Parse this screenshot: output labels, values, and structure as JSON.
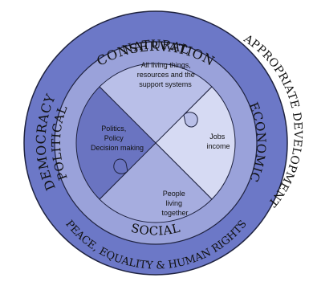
{
  "outer_ring": {
    "top": "CONSERVATION",
    "right": "APPROPRIATE DEVELOPMENT",
    "bottom": "PEACE, EQUALITY & HUMAN RIGHTS",
    "left": "DEMOCRACY"
  },
  "inner_ring": {
    "top": "NATURAL",
    "right": "ECONOMIC",
    "bottom": "SOCIAL",
    "left": "POLITICAL"
  },
  "pieces": {
    "top": [
      "All living things,",
      "resources and the",
      "support  systems"
    ],
    "right": [
      "Jobs",
      "income"
    ],
    "bottom": [
      "People",
      "living",
      "together"
    ],
    "left": [
      "Politics,",
      "Policy",
      "Decision making"
    ]
  },
  "colors": {
    "outer_ring": "#6c78c7",
    "inner_ring": "#9aa2da",
    "piece_top": "#b9bfe8",
    "piece_right": "#d6daf3",
    "piece_bottom": "#a6addf",
    "piece_left": "#6a74c1",
    "stroke": "#1f2340"
  }
}
